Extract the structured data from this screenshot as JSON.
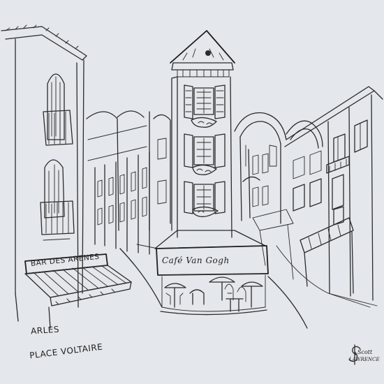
{
  "scene": {
    "signs": {
      "bar": "BAR DES ARENES",
      "cafe": "Café Van Gogh",
      "city": "ARLES",
      "square": "PLACE VOLTAIRE"
    },
    "signature": {
      "first": "Scott",
      "last": "LAWRENCE"
    },
    "colors": {
      "paper": "#e4e7eb",
      "ink": "#2b2b2b"
    }
  }
}
